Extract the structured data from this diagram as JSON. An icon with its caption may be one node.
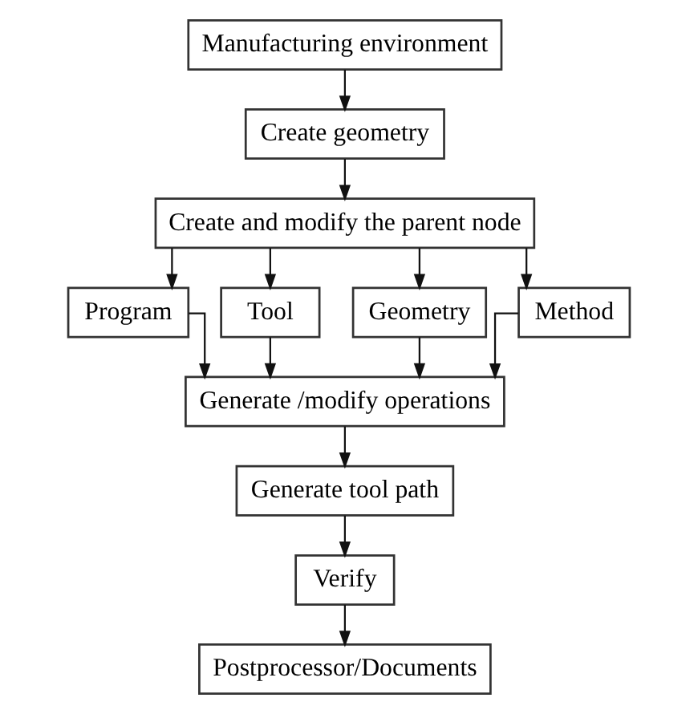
{
  "diagram": {
    "nodes": [
      {
        "text": [
          "Manufacturing environment"
        ]
      },
      {
        "text": [
          "Create geometry"
        ]
      },
      {
        "text": [
          "Create and modify the parent node"
        ]
      },
      {
        "text": [
          "Program"
        ]
      },
      {
        "text": [
          "Tool"
        ]
      },
      {
        "text": [
          "Geometry"
        ]
      },
      {
        "text": [
          "Method"
        ]
      },
      {
        "text": [
          "Generate /modify operations"
        ]
      },
      {
        "text": [
          "Generate tool path"
        ]
      },
      {
        "text": [
          "Verify"
        ]
      },
      {
        "text": [
          "Postprocessor/Documents"
        ]
      }
    ],
    "edges": [
      {
        "from": 0,
        "to": 1,
        "arrow": "to"
      },
      {
        "from": 1,
        "to": 2,
        "arrow": "to"
      },
      {
        "from": 2,
        "to": 3,
        "arrow": "to"
      },
      {
        "from": 2,
        "to": 4,
        "arrow": "to"
      },
      {
        "from": 2,
        "to": 5,
        "arrow": "to"
      },
      {
        "from": 2,
        "to": 6,
        "arrow": "to"
      },
      {
        "from": 3,
        "to": 7,
        "arrow": "to"
      },
      {
        "from": 4,
        "to": 7,
        "arrow": "to"
      },
      {
        "from": 5,
        "to": 7,
        "arrow": "to"
      },
      {
        "from": 6,
        "to": 7,
        "arrow": "to"
      },
      {
        "from": 7,
        "to": 8,
        "arrow": "to"
      },
      {
        "from": 8,
        "to": 9,
        "arrow": "to"
      },
      {
        "from": 9,
        "to": 10,
        "arrow": "to"
      }
    ]
  }
}
